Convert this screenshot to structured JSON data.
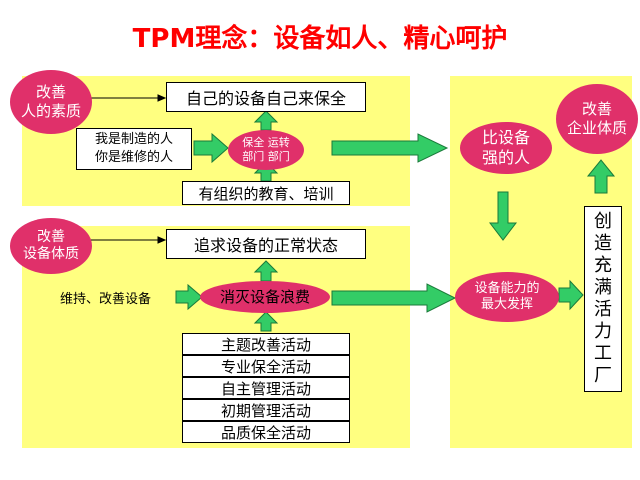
{
  "title": "TPM理念：设备如人、精心呵护",
  "colors": {
    "title": "#ff0000",
    "panel": "#ffff80",
    "ellipse": "#e0306a",
    "arrow_fill": "#33cc66",
    "arrow_stroke": "#1a7a3a"
  },
  "left_top": {
    "circle_line1": "改善",
    "circle_line2": "人的素质",
    "goal": "自己的设备自己来保全",
    "statement1": "我是制造的人",
    "statement2": "你是维修的人",
    "ellipse_line1": "保全 运转",
    "ellipse_line2": "部门 部门",
    "training": "有组织的教育、培训"
  },
  "left_bottom": {
    "circle_line1": "改善",
    "circle_line2": "设备体质",
    "goal": "追求设备的正常状态",
    "maintain": "维持、改善设备",
    "ellipse": "消灭设备浪费",
    "activities": [
      "主题改善活动",
      "专业保全活动",
      "自主管理活动",
      "初期管理活动",
      "品质保全活动"
    ]
  },
  "right": {
    "people_line1": "比设备",
    "people_line2": "强的人",
    "capacity_line1": "设备能力的",
    "capacity_line2": "最大发挥",
    "enterprise_line1": "改善",
    "enterprise_line2": "企业体质",
    "factory_chars": [
      "创",
      "造",
      "充",
      "满",
      "活",
      "力",
      "工",
      "厂"
    ]
  }
}
